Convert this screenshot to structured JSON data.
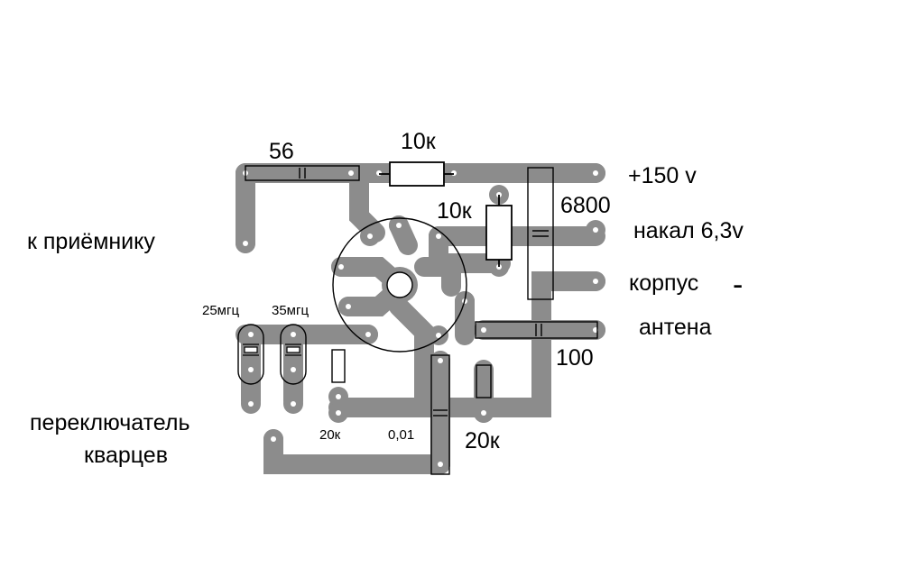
{
  "diagram": {
    "colors": {
      "copper": "#8c8c8c",
      "background": "#ffffff",
      "outline": "#000000"
    },
    "component_labels": {
      "cap_56": "56",
      "res_10k_top": "10к",
      "res_10k_vertical": "10к",
      "cap_6800": "6800",
      "cap_100": "100",
      "res_20k_small": "20к",
      "cap_001": "0,01",
      "res_20k_large": "20к",
      "crystal_25": "25мгц",
      "crystal_35": "35мгц"
    },
    "terminal_labels": {
      "plus_150": "+150 v",
      "filament": "накал 6,3v",
      "chassis": "корпус",
      "chassis_sign": "-",
      "antenna": "антена",
      "to_receiver": "к приёмнику",
      "switch_line1": "переключатель",
      "switch_line2": "кварцев"
    }
  }
}
